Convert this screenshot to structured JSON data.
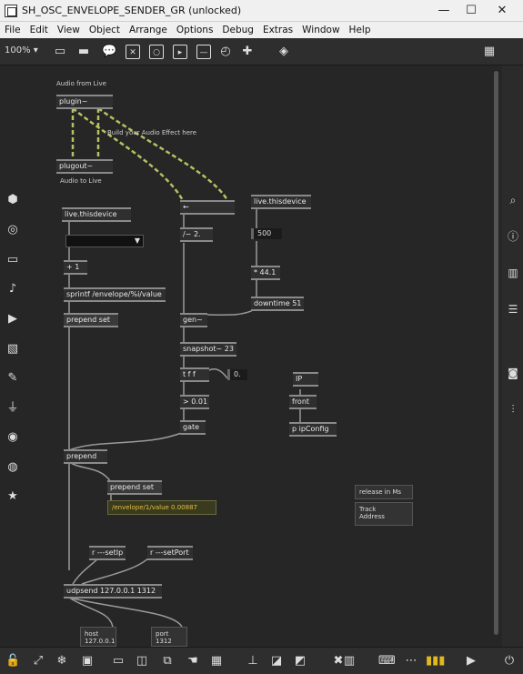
{
  "window": {
    "title": "SH_OSC_ENVELOPE_SENDER_GR (unlocked)",
    "minimize": "—",
    "maximize": "☐",
    "close": "✕"
  },
  "menu": [
    "File",
    "Edit",
    "View",
    "Object",
    "Arrange",
    "Options",
    "Debug",
    "Extras",
    "Window",
    "Help"
  ],
  "toolbar": {
    "zoom": "100% ▾"
  },
  "patch": {
    "comments": {
      "audio_from_live": "Audio from Live",
      "build_effect": "Build your Audio Effect here",
      "audio_to_live": "Audio to Live"
    },
    "objects": {
      "plugin": "plugin~",
      "plugout": "plugout~",
      "livethisdevice_a": "live.thisdevice",
      "livethisdevice_b": "live.thisdevice",
      "plus1": "+ 1",
      "sprintf": "sprintf /envelope/%i/value",
      "prepend_set_1": "prepend set",
      "arrow_left": "←",
      "div2": "/~ 2.",
      "times441": "* 44.1",
      "downtime": "downtime 51",
      "gen": "gen~",
      "snapshot": "snapshot~ 23",
      "tff": "t f f",
      "gt001": "> 0.01",
      "gate": "gate",
      "prepend": "prepend",
      "prepend_set_2": "prepend set",
      "front": "front",
      "ipconfig": "p ipConfig",
      "r_setip": "r ---setIp",
      "r_setport": "r ---setPort",
      "udpsend": "udpsend 127.0.0.1 1312",
      "ip": "IP"
    },
    "numbers": {
      "n500": "500",
      "n0": "0."
    },
    "message_output": "/envelope/1/value 0.00887",
    "release_box": "release in Ms",
    "track_box_line1": "Track",
    "track_box_line2": "Address",
    "host_label": "host",
    "host_value": "127.0.0.1",
    "port_label": "port",
    "port_value": "1312"
  }
}
